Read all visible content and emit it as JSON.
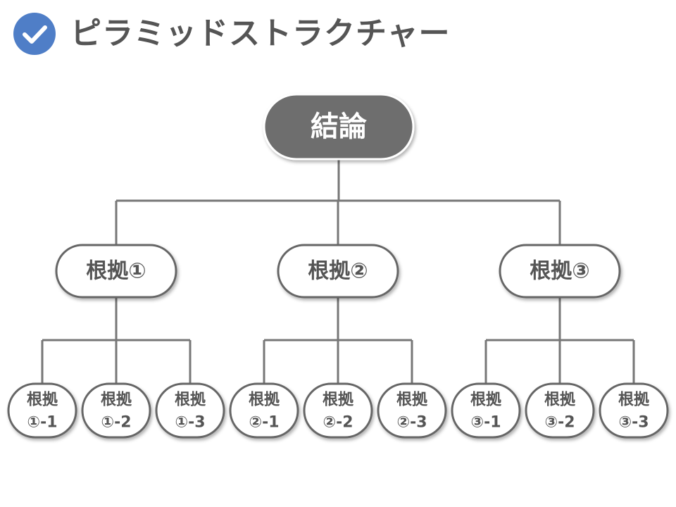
{
  "header": {
    "icon": "check-circle-icon",
    "title": "ピラミッドストラクチャー",
    "accent": "#4f7ec7"
  },
  "colors": {
    "line": "#777777",
    "root_fill": "#6e6e6e",
    "root_text": "#ffffff",
    "node_fill": "#ffffff",
    "node_stroke": "#666666",
    "node_text": "#555555"
  },
  "tree": {
    "label": "結論",
    "children": [
      {
        "label": "根拠①",
        "children": [
          {
            "lines": [
              "根拠",
              "①-1"
            ]
          },
          {
            "lines": [
              "根拠",
              "①-2"
            ]
          },
          {
            "lines": [
              "根拠",
              "①-3"
            ]
          }
        ]
      },
      {
        "label": "根拠②",
        "children": [
          {
            "lines": [
              "根拠",
              "②-1"
            ]
          },
          {
            "lines": [
              "根拠",
              "②-2"
            ]
          },
          {
            "lines": [
              "根拠",
              "②-3"
            ]
          }
        ]
      },
      {
        "label": "根拠③",
        "children": [
          {
            "lines": [
              "根拠",
              "③-1"
            ]
          },
          {
            "lines": [
              "根拠",
              "③-2"
            ]
          },
          {
            "lines": [
              "根拠",
              "③-3"
            ]
          }
        ]
      }
    ]
  }
}
